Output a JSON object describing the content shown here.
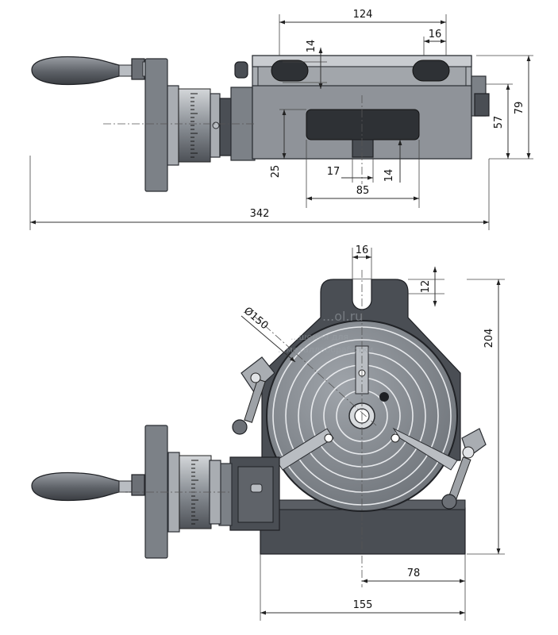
{
  "top_view": {
    "dims": {
      "d124": "124",
      "d16_top": "16",
      "d14_top": "14",
      "d79": "79",
      "d57": "57",
      "d25": "25",
      "d17": "17",
      "d14_bottom": "14",
      "d85": "85",
      "d342": "342"
    }
  },
  "front_view": {
    "dims": {
      "d16": "16",
      "d12": "12",
      "d204": "204",
      "dia150": "Ø150",
      "d78": "78",
      "d155": "155"
    },
    "watermark": {
      "line1": "...ol.ru",
      "line2": "...шения для",
      "line3": "...металлообработки"
    }
  },
  "colors": {
    "body": "#4a4e54",
    "table": "#8d9298",
    "rings": "#e7e9ec",
    "dimension_lines": "#333333"
  }
}
